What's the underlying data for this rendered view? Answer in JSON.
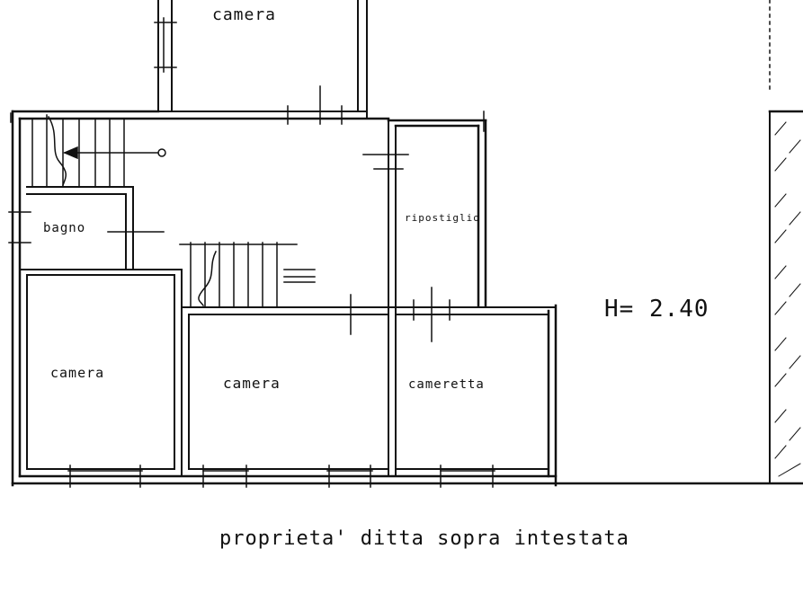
{
  "colors": {
    "ink": "#111111",
    "paper": "#ffffff"
  },
  "rooms": [
    {
      "id": "top-camera",
      "label": "camera"
    },
    {
      "id": "bagno",
      "label": "bagno"
    },
    {
      "id": "ripostiglio",
      "label": "ripostiglio"
    },
    {
      "id": "left-camera",
      "label": "camera"
    },
    {
      "id": "center-camera",
      "label": "camera"
    },
    {
      "id": "cameretta",
      "label": "cameretta"
    }
  ],
  "height_note": "H= 2.40",
  "footer_caption": "proprieta' ditta sopra intestata"
}
